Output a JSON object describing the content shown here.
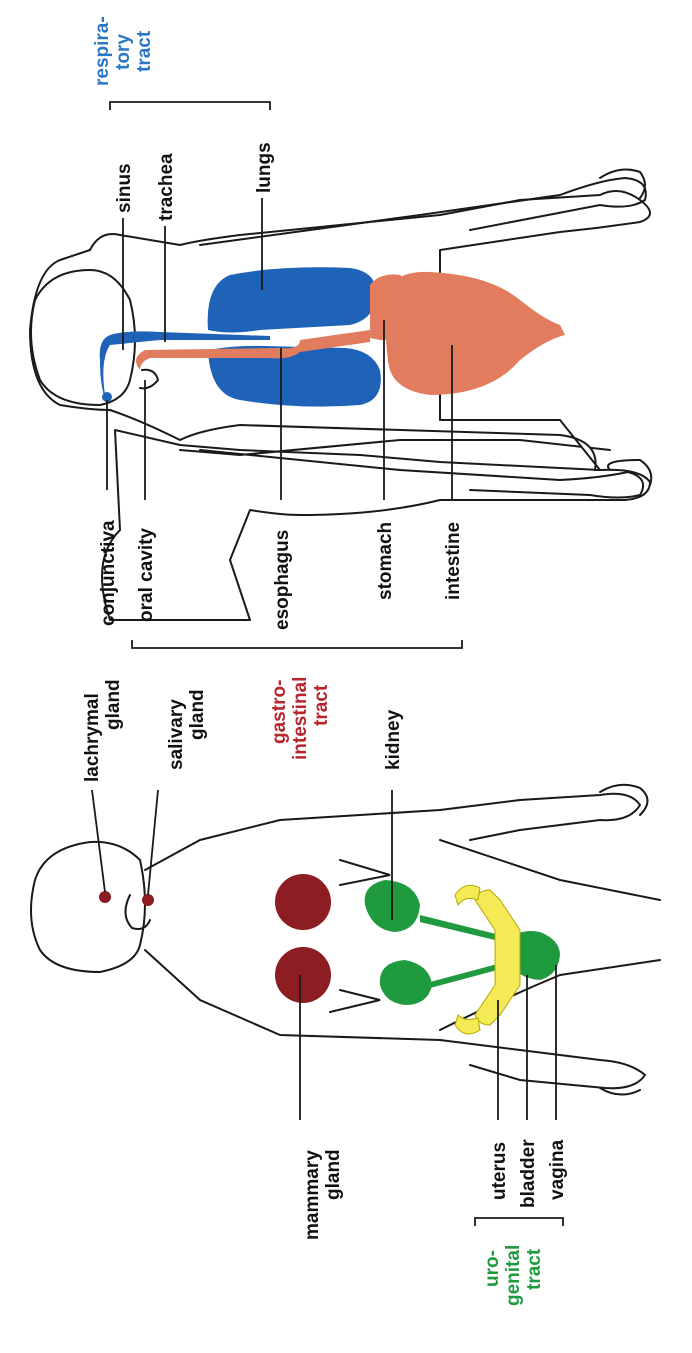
{
  "colors": {
    "respiratory": "#1f63b9",
    "gastrointestinal": "#e17c5e",
    "gastro_label": "#b8252b",
    "urogenital": "#1f9a3f",
    "uterus": "#f3ea55",
    "gland": "#8b1d23",
    "resp_label": "#2a78c4"
  },
  "top_figure": {
    "labels": {
      "sinus": "sinus",
      "trachea": "trachea",
      "lungs": "lungs",
      "conjunctiva": "conjunctiva",
      "oral_cavity": "oral cavity",
      "esophagus": "esophagus",
      "stomach": "stomach",
      "intestine": "intestine"
    },
    "respiratory_tract": [
      "respira-",
      "tory",
      "tract"
    ],
    "gastrointestinal_tract": [
      "gastro-",
      "intestinal",
      "tract"
    ]
  },
  "bottom_figure": {
    "labels": {
      "lachrymal_gland": [
        "lachrymal",
        "gland"
      ],
      "salivary_gland": [
        "salivary",
        "gland"
      ],
      "kidney": "kidney",
      "mammary_gland": [
        "mammary",
        "gland"
      ],
      "uterus": "uterus",
      "bladder": "bladder",
      "vagina": "vagina"
    },
    "urogenital_tract": [
      "uro-",
      "genital",
      "tract"
    ]
  },
  "icons": [
    "human-body-outline",
    "lungs-shape",
    "intestine-shape",
    "kidney-shape",
    "mammary-gland-shape",
    "uterus-shape",
    "gland-dot"
  ]
}
